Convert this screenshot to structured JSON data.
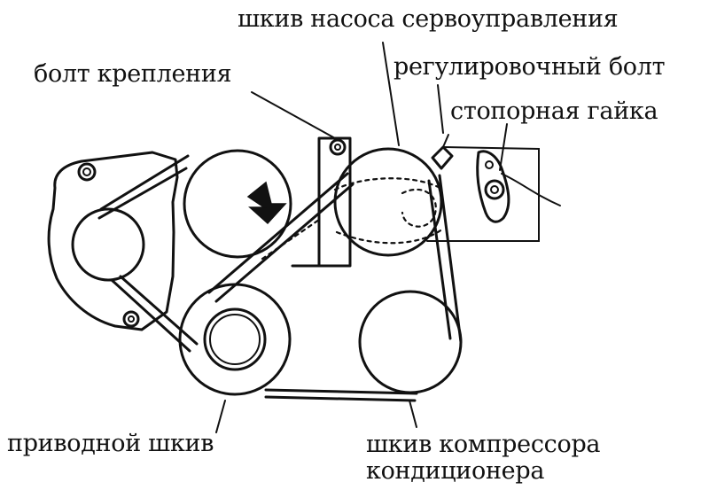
{
  "labels": {
    "ps_pump_pulley": "шкив насоса сервоуправления",
    "mounting_bolt": "болт крепления",
    "adjusting_bolt": "регулировочный болт",
    "lock_nut": "стопорная гайка",
    "drive_pulley": "приводной шкив",
    "ac_compressor_pulley_line1": "шкив компрессора",
    "ac_compressor_pulley_line2": "кондиционера"
  },
  "colors": {
    "ink": "#111111",
    "background": "#ffffff"
  }
}
